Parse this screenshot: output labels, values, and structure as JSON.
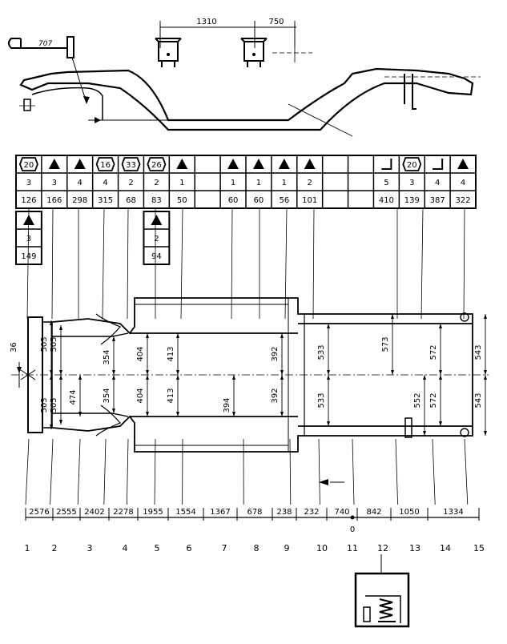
{
  "top_dims": {
    "a": "1310",
    "b": "750"
  },
  "label_707": "707",
  "table": {
    "columns": [
      {
        "sym": "20",
        "shape": "hex",
        "n": "3",
        "v": "126"
      },
      {
        "sym": "",
        "shape": "tri",
        "n": "3",
        "v": "166"
      },
      {
        "sym": "",
        "shape": "tri",
        "n": "4",
        "v": "298"
      },
      {
        "sym": "16",
        "shape": "hex",
        "n": "4",
        "v": "315"
      },
      {
        "sym": "33",
        "shape": "hex",
        "n": "2",
        "v": "68"
      },
      {
        "sym": "26",
        "shape": "hex",
        "n": "2",
        "v": "83"
      },
      {
        "sym": "",
        "shape": "tri",
        "n": "1",
        "v": "50"
      },
      {
        "sym": "",
        "shape": "none",
        "n": "",
        "v": ""
      },
      {
        "sym": "",
        "shape": "tri",
        "n": "1",
        "v": "60"
      },
      {
        "sym": "",
        "shape": "tri",
        "n": "1",
        "v": "60"
      },
      {
        "sym": "",
        "shape": "tri",
        "n": "1",
        "v": "56"
      },
      {
        "sym": "",
        "shape": "tri",
        "n": "2",
        "v": "101"
      },
      {
        "sym": "",
        "shape": "none",
        "n": "",
        "v": ""
      },
      {
        "sym": "",
        "shape": "none",
        "n": "",
        "v": ""
      },
      {
        "sym": "",
        "shape": "bracket",
        "n": "5",
        "v": "410"
      },
      {
        "sym": "20",
        "shape": "hex",
        "n": "3",
        "v": "139"
      },
      {
        "sym": "",
        "shape": "bracket",
        "n": "4",
        "v": "387"
      },
      {
        "sym": "",
        "shape": "tri",
        "n": "4",
        "v": "322"
      }
    ],
    "extra_left": {
      "n": "3",
      "v": "149"
    },
    "extra_mid": {
      "n": "2",
      "v": "94"
    }
  },
  "frame_dims": {
    "d503a": "503",
    "d505a": "505",
    "d503b": "503",
    "d505b": "505",
    "d474": "474",
    "d354a": "354",
    "d354b": "354",
    "d404a": "404",
    "d404b": "404",
    "d413a": "413",
    "d413b": "413",
    "d394": "394",
    "d392a": "392",
    "d392b": "392",
    "d533a": "533",
    "d533b": "533",
    "d573": "573",
    "d552": "552",
    "d572a": "572",
    "d572b": "572",
    "d543a": "543",
    "d543b": "543",
    "d36": "36"
  },
  "bottom_dims": [
    "2576",
    "2555",
    "2402",
    "2278",
    "1955",
    "1554",
    "1367",
    "678",
    "238",
    "232",
    "740",
    "842",
    "1050",
    "1334"
  ],
  "zero_label": "0",
  "point_numbers": [
    "1",
    "2",
    "3",
    "4",
    "5",
    "6",
    "7",
    "8",
    "9",
    "10",
    "11",
    "12",
    "13",
    "14",
    "15"
  ]
}
